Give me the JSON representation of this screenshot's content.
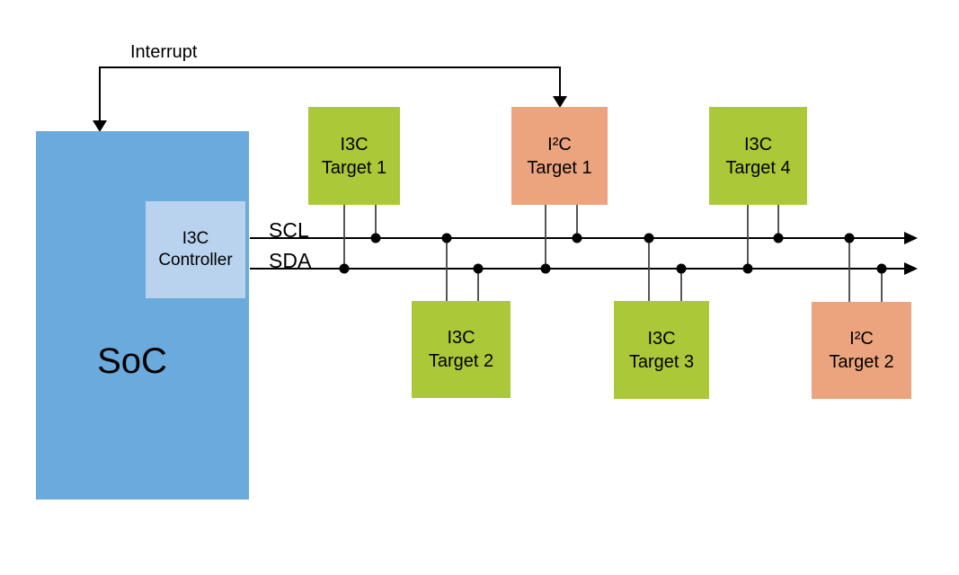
{
  "labels": {
    "interrupt": "Interrupt",
    "scl": "SCL",
    "sda": "SDA"
  },
  "nodes": {
    "soc": {
      "label": "SoC"
    },
    "controller": {
      "line1": "I3C",
      "line2": "Controller"
    },
    "targets": [
      {
        "id": "i3c-target-1",
        "line1": "I3C",
        "line2": "Target 1",
        "bus": "I3C"
      },
      {
        "id": "i2c-target-1",
        "line1": "I²C",
        "line2": "Target 1",
        "bus": "I2C"
      },
      {
        "id": "i3c-target-4",
        "line1": "I3C",
        "line2": "Target 4",
        "bus": "I3C"
      },
      {
        "id": "i3c-target-2",
        "line1": "I3C",
        "line2": "Target 2",
        "bus": "I3C"
      },
      {
        "id": "i3c-target-3",
        "line1": "I3C",
        "line2": "Target 3",
        "bus": "I3C"
      },
      {
        "id": "i2c-target-2",
        "line1": "I²C",
        "line2": "Target 2",
        "bus": "I2C"
      }
    ]
  },
  "colors": {
    "i3c-green": "#aac838",
    "i2c-orange": "#eca47e",
    "soc-blue": "#6aaadc",
    "controller-blue": "#b9d2ee",
    "wire": "#000000",
    "pin": "#444444"
  }
}
